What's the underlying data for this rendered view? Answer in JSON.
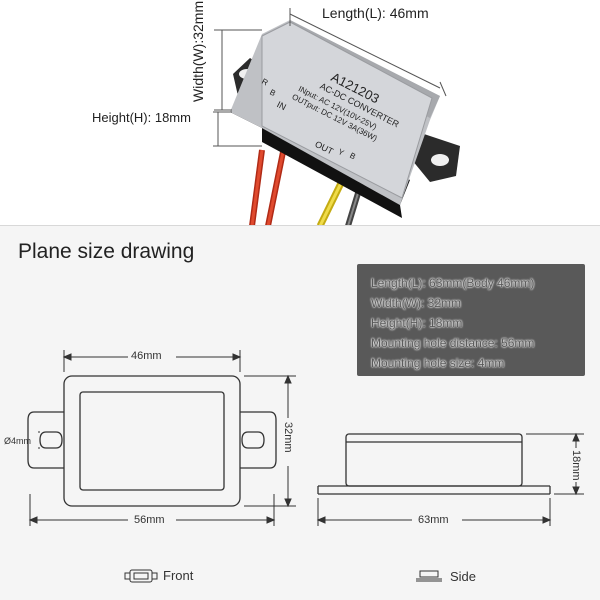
{
  "photo": {
    "length_label": "Length(L): 46mm",
    "width_label": "Width(W):32mm",
    "height_label": "Height(H): 18mm",
    "device": {
      "model": "A121203",
      "type": "AC-DC  CONVERTER",
      "input": "INput: AC 12V(10V-25V)",
      "output": "OUTput: DC 12V 3A(36W)",
      "in_label": "IN",
      "out_label": "OUT",
      "pin_r": "R",
      "pin_b_in": "B",
      "pin_y": "Y",
      "pin_b_out": "B"
    }
  },
  "drawing": {
    "title": "Plane size drawing",
    "specs": [
      "Length(L): 63mm(Body 46mm)",
      "Width(W): 32mm",
      "Height(H): 18mm",
      "Mounting hole distance: 56mm",
      "Mounting hole size: 4mm"
    ],
    "front": {
      "top_dim": "46mm",
      "bottom_dim": "56mm",
      "right_dim": "32mm",
      "hole_dim": "Ø4mm",
      "legend": "Front"
    },
    "side": {
      "bottom_dim": "63mm",
      "right_dim": "18mm",
      "legend": "Side"
    }
  },
  "colors": {
    "spec_box_bg": "#595959",
    "drawing_bg": "#f5f5f5",
    "line": "#333333",
    "wire_red": "#d9361e",
    "wire_yellow": "#e8d22a",
    "device_body": "#c9cbcf"
  }
}
